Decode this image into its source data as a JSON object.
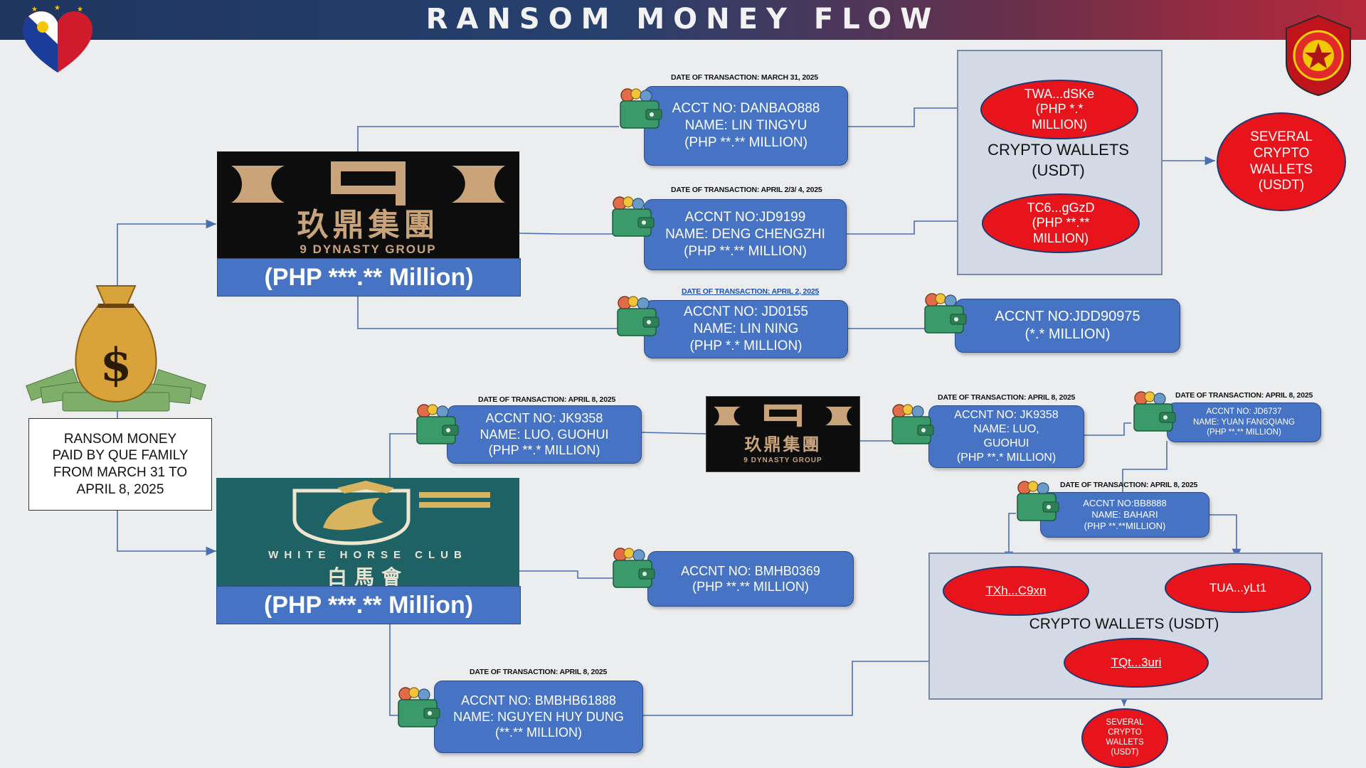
{
  "header": {
    "title": "RANSOM MONEY FLOW"
  },
  "colors": {
    "box_blue": "#4673c3",
    "oval_red": "#e8141b",
    "header_left": "#1e3560",
    "header_right": "#b8283a"
  },
  "source": {
    "lines": [
      "RANSOM MONEY",
      "PAID BY QUE FAMILY",
      "FROM MARCH 31 TO",
      "APRIL 8, 2025"
    ]
  },
  "companies": {
    "dynasty": {
      "logo_text": "玖鼎集團",
      "sub": "9 DYNASTY GROUP",
      "amount": "(PHP ***.** Million)"
    },
    "dynasty_small": {
      "logo_text": "玖鼎集團",
      "sub": "9 DYNASTY GROUP"
    },
    "white_horse": {
      "logo_text": "WHITE HORSE CLUB",
      "chinese": "白馬會",
      "amount": "(PHP ***.** Million)"
    }
  },
  "accounts": {
    "danbao": {
      "date": "DATE OF TRANSACTION: MARCH 31, 2025",
      "lines": [
        "ACCT NO: DANBAO888",
        "NAME: LIN TINGYU",
        "(PHP **.** MILLION)"
      ]
    },
    "jd9199": {
      "date": "DATE OF TRANSACTION: APRIL 2/3/ 4, 2025",
      "lines": [
        "ACCNT NO:JD9199",
        "NAME: DENG CHENGZHI",
        "(PHP **.** MILLION)"
      ]
    },
    "jd0155": {
      "date": "DATE OF TRANSACTION: APRIL 2, 2025",
      "lines": [
        "ACCNT NO: JD0155",
        "NAME: LIN NING",
        "(PHP *.* MILLION)"
      ]
    },
    "jdd90975": {
      "lines": [
        "ACCNT NO:JDD90975",
        "(*.* MILLION)"
      ]
    },
    "jk9358a": {
      "date": "DATE OF TRANSACTION: APRIL 8, 2025",
      "lines": [
        "ACCNT NO: JK9358",
        "NAME: LUO, GUOHUI",
        "(PHP **.* MILLION)"
      ]
    },
    "jk9358b": {
      "date": "DATE OF TRANSACTION: APRIL 8, 2025",
      "lines": [
        "ACCNT NO: JK9358",
        "NAME: LUO,",
        "GUOHUI",
        "(PHP **.* MILLION)"
      ]
    },
    "jd6737": {
      "date": "DATE OF TRANSACTION: APRIL 8, 2025",
      "lines": [
        "ACCNT NO: JD6737",
        "NAME: YUAN FANGQIANG",
        "(PHP **.** MILLION)"
      ]
    },
    "bb8888": {
      "date": "DATE OF TRANSACTION: APRIL 8, 2025",
      "lines": [
        "ACCNT NO:BB8888",
        "NAME: BAHARI",
        "(PHP **.**MILLION)"
      ]
    },
    "bmhb0369": {
      "lines": [
        "ACCNT NO: BMHB0369",
        "(PHP **.** MILLION)"
      ]
    },
    "bmhb61888": {
      "date": "DATE OF TRANSACTION: APRIL 8, 2025",
      "lines": [
        "ACCNT NO: BMBHB61888",
        "NAME: NGUYEN HUY DUNG",
        "(**.** MILLION)"
      ]
    }
  },
  "crypto_top": {
    "label_lines": [
      "CRYPTO WALLETS",
      "(USDT)"
    ],
    "wallet1": {
      "lines": [
        "TWA...dSKe",
        "(PHP *.*",
        "MILLION)"
      ]
    },
    "wallet2": {
      "lines": [
        "TC6...gGzD",
        "(PHP **.**",
        "MILLION)"
      ]
    },
    "several": {
      "lines": [
        "SEVERAL",
        "CRYPTO",
        "WALLETS",
        "(USDT)"
      ]
    }
  },
  "crypto_bottom": {
    "label": "CRYPTO WALLETS (USDT)",
    "wallet1": "TXh...C9xn",
    "wallet2": "TUA...yLt1",
    "wallet3": "TQt...3uri",
    "several": {
      "lines": [
        "SEVERAL",
        "CRYPTO",
        "WALLETS",
        "(USDT)"
      ]
    }
  }
}
